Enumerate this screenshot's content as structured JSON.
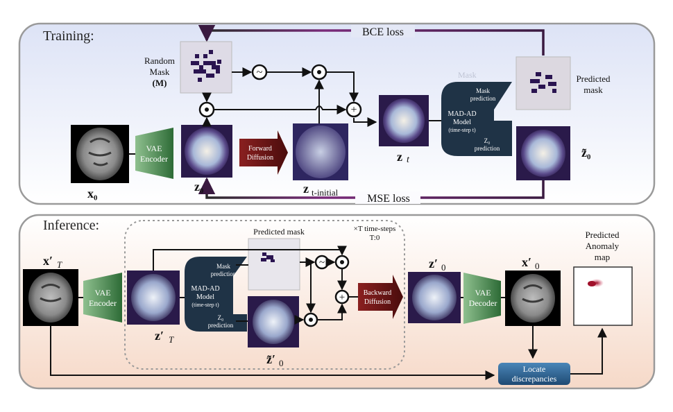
{
  "training": {
    "section_label": "Training:",
    "random_mask": [
      "Random",
      "Mask",
      "(M)"
    ],
    "vae_encoder": [
      "VAE",
      "Encoder"
    ],
    "forward_diffusion": [
      "Forward",
      "Diffusion"
    ],
    "model_label": [
      "MAD-AD",
      "Model",
      "(time-step t)"
    ],
    "mask_prediction": [
      "Mask",
      "prediction"
    ],
    "z0_prediction": [
      "Z₀",
      "prediction"
    ],
    "mask_faded": "Mask",
    "predicted_mask": [
      "Predicted",
      "mask"
    ],
    "bce_loss": "BCE loss",
    "mse_loss": "MSE loss",
    "x0": "x₀",
    "z0": "z₀",
    "zt_initial_main": "z",
    "zt_initial_sub": "t-initial",
    "zt_main": "z",
    "zt_sub": "t",
    "z0_tilde": "z̃₀"
  },
  "inference": {
    "section_label": "Inference:",
    "xT": "x′",
    "xT_sub": "T",
    "vae_encoder": [
      "VAE",
      "Encoder"
    ],
    "zT": "z′",
    "zT_sub": "T",
    "model_label": [
      "MAD-AD",
      "Model",
      "(time-step t)"
    ],
    "mask_prediction": [
      "Mask",
      "prediction"
    ],
    "z0_prediction": [
      "Z₀",
      "prediction"
    ],
    "predicted_mask": "Predicted mask",
    "timesteps": [
      "×T time-steps",
      "T:0"
    ],
    "backward_diffusion": [
      "Backward",
      "Diffusion"
    ],
    "z0_prime": "z′",
    "z0_prime_sub": "0",
    "z0_tilde": "z̃′",
    "z0_tilde_sub": "0",
    "vae_decoder": [
      "VAE",
      "Decoder"
    ],
    "x0_prime": "x′",
    "x0_prime_sub": "0",
    "anomaly_map": [
      "Predicted",
      "Anomaly",
      "map"
    ],
    "locate": [
      "Locate",
      "discrepancies"
    ]
  },
  "colors": {
    "train_bg_top": "#dfe4f5",
    "train_bg_bottom": "#ffffff",
    "infer_bg_top": "#ffffff",
    "infer_bg_bottom": "#f6dccd",
    "vae_green": "#3d7a45",
    "diffusion_red": "#6b1515",
    "model_navy": "#1f3346",
    "loss_purple": "#5a2060",
    "locate_blue": "#2f5f8c"
  }
}
